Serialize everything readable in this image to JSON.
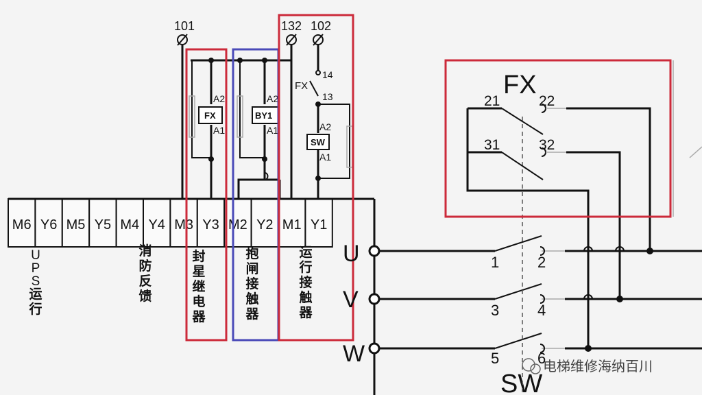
{
  "terminals": [
    "M6",
    "Y6",
    "M5",
    "Y5",
    "M4",
    "Y4",
    "M3",
    "Y3",
    "M2",
    "Y2",
    "M1",
    "Y1"
  ],
  "posts": [
    "101",
    "132",
    "102"
  ],
  "coils": [
    "FX",
    "BY1",
    "SW"
  ],
  "coil_pins": {
    "a2": "A2",
    "a1": "A1"
  },
  "fx_contact": {
    "label": "FX",
    "pin_top": "14",
    "pin_bottom": "13"
  },
  "interlock": {
    "title": "FX",
    "pins": [
      "21",
      "22",
      "31",
      "32"
    ]
  },
  "phases": [
    "U",
    "V",
    "W"
  ],
  "sw": {
    "title": "SW",
    "pins": [
      "1",
      "2",
      "3",
      "4",
      "5",
      "6"
    ]
  },
  "annotations": {
    "ups": "UPS运行",
    "fire": "消防反馈",
    "seal": "封星继电器",
    "brake": "抱闸接触器",
    "run": "运行接触器"
  },
  "watermark": "电梯维修海纳百川",
  "colors": {
    "highlight_red": "#cc2a3a",
    "highlight_blue": "#4a4ab8"
  }
}
